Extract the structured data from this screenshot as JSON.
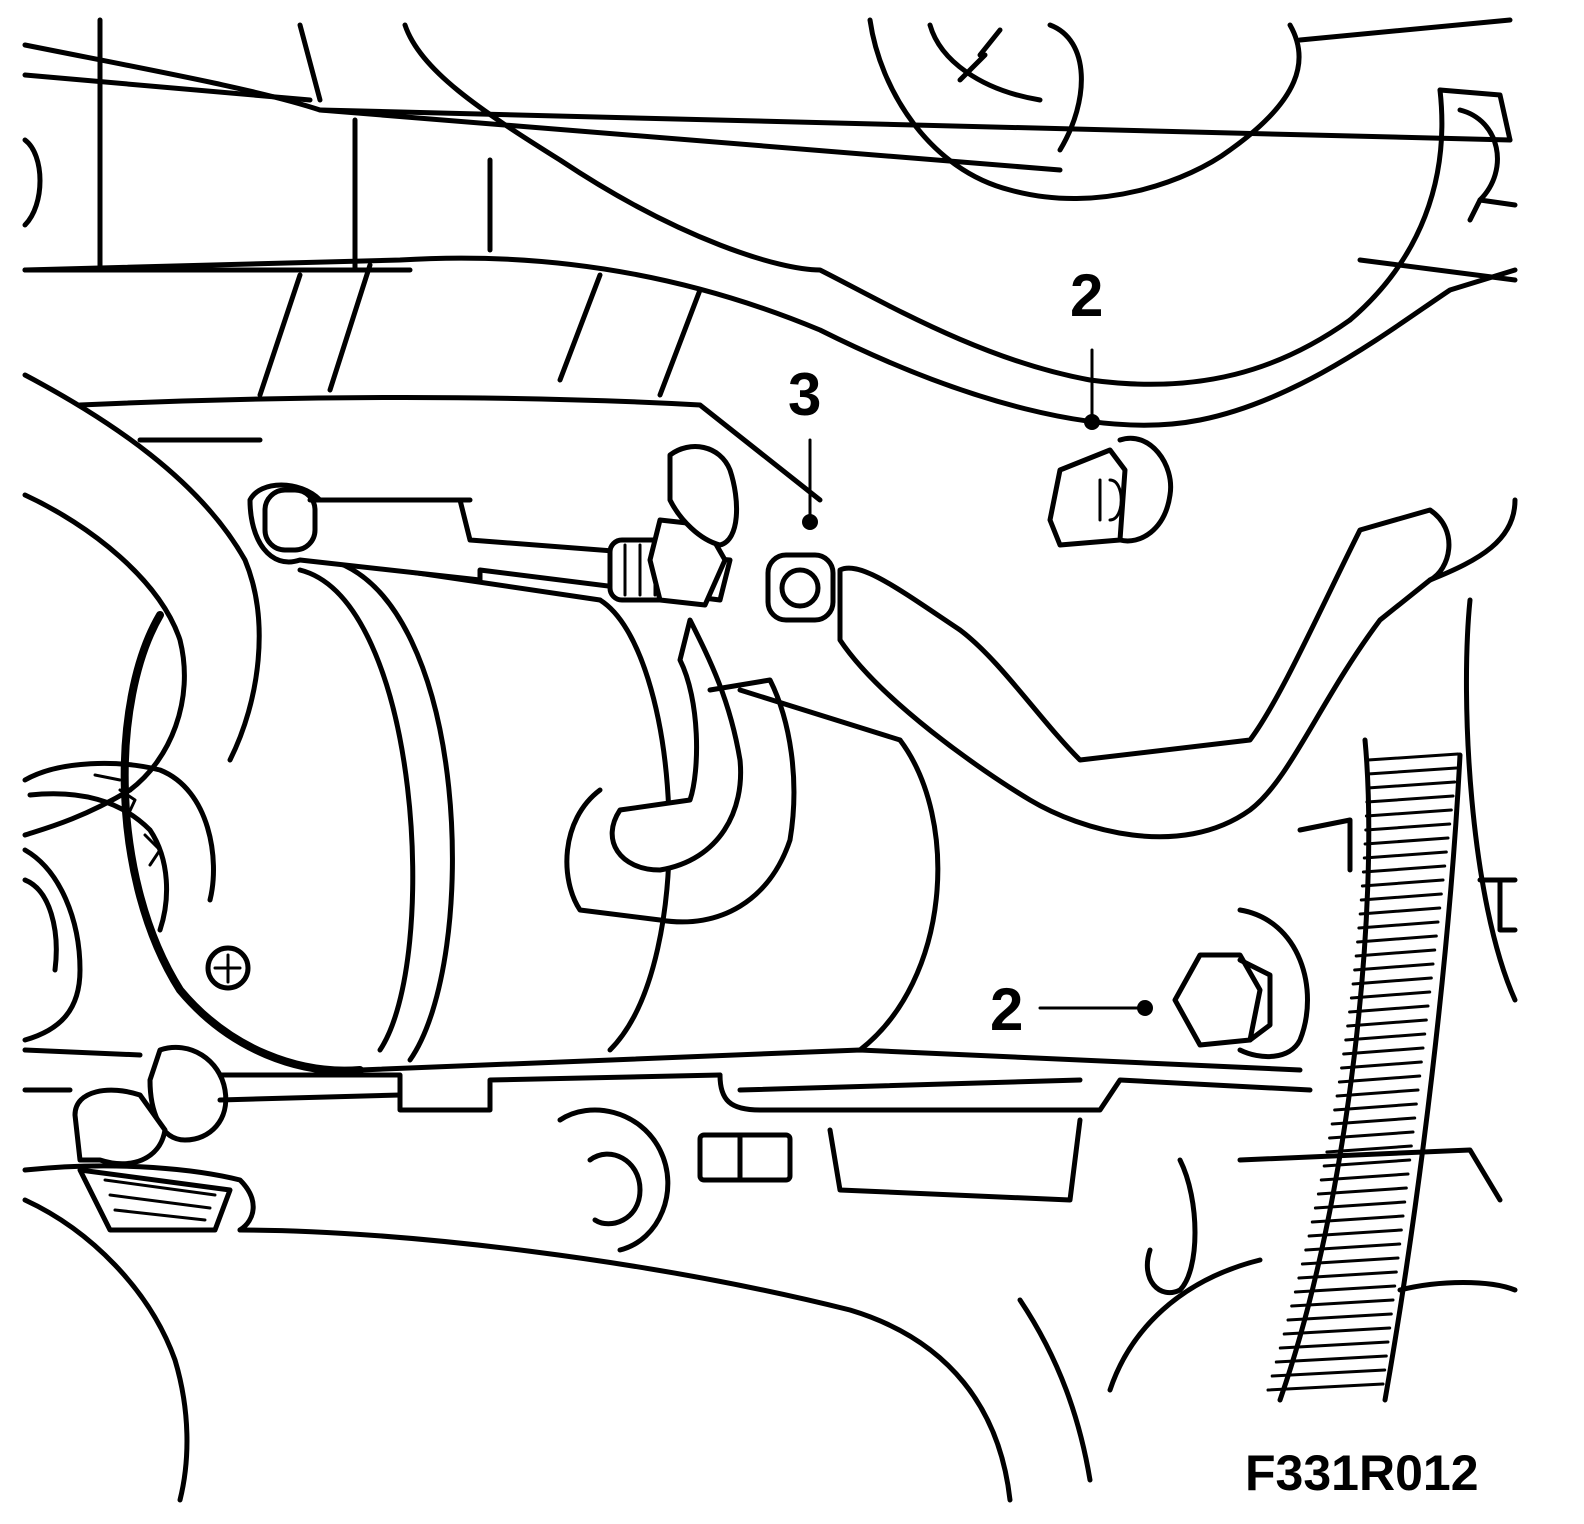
{
  "figure_code": "F331R012",
  "callouts": [
    {
      "id": "upper-2",
      "label": "2"
    },
    {
      "id": "lower-2",
      "label": "2"
    },
    {
      "id": "mid-3",
      "label": "3"
    }
  ],
  "colors": {
    "ink": "#000000",
    "paper": "#ffffff"
  }
}
